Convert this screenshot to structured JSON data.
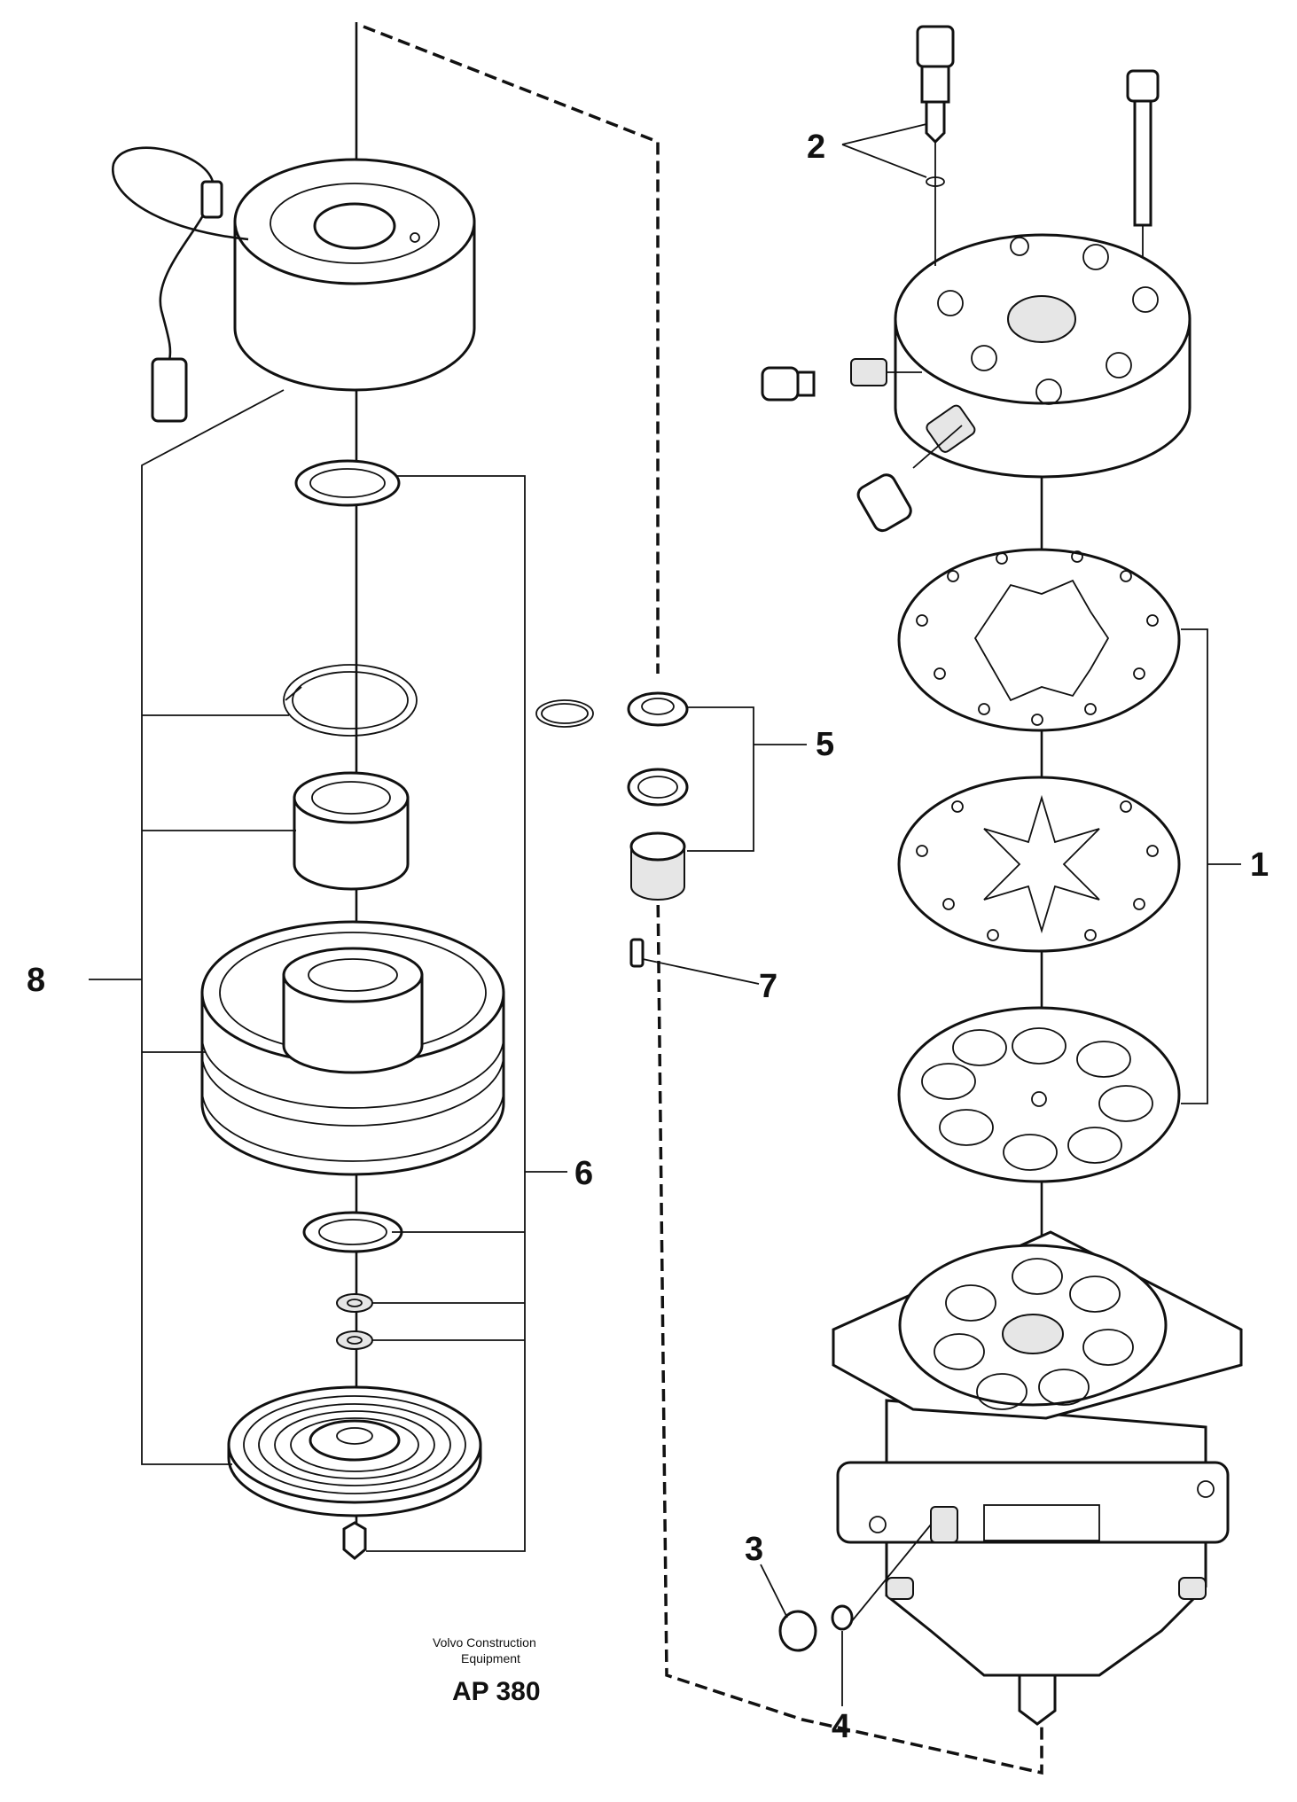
{
  "labels": {
    "item_1": "1",
    "item_2": "2",
    "item_3": "3",
    "item_4": "4",
    "item_5": "5",
    "item_6": "6",
    "item_7": "7",
    "item_8": "8"
  },
  "caption": {
    "line1": "Volvo Construction",
    "line2": "Equipment",
    "code": "AP 380"
  },
  "colors": {
    "ink": "#111111",
    "paper": "#ffffff"
  }
}
